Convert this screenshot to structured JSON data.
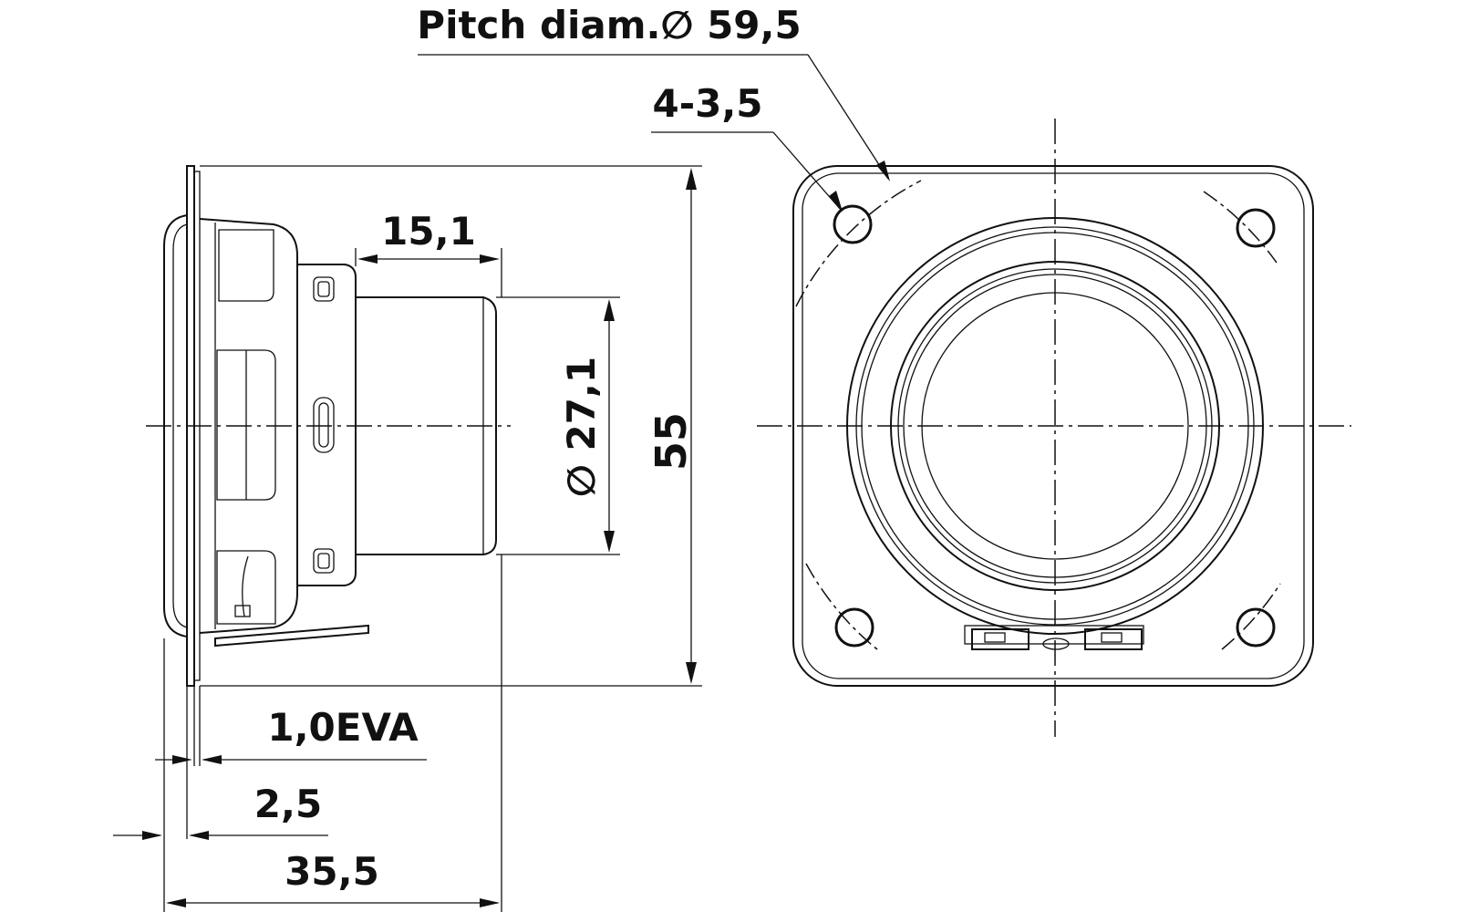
{
  "labels": {
    "pitch_diameter": "Pitch diam.∅ 59,5",
    "holes": "4-3,5",
    "depth_rear": "15,1",
    "magnet_diameter": "∅ 27,1",
    "height": "55",
    "gasket": "1,0EVA",
    "flange": "2,5",
    "total_depth": "35,5"
  },
  "colors": {
    "line": "#111111",
    "background": "#ffffff"
  }
}
